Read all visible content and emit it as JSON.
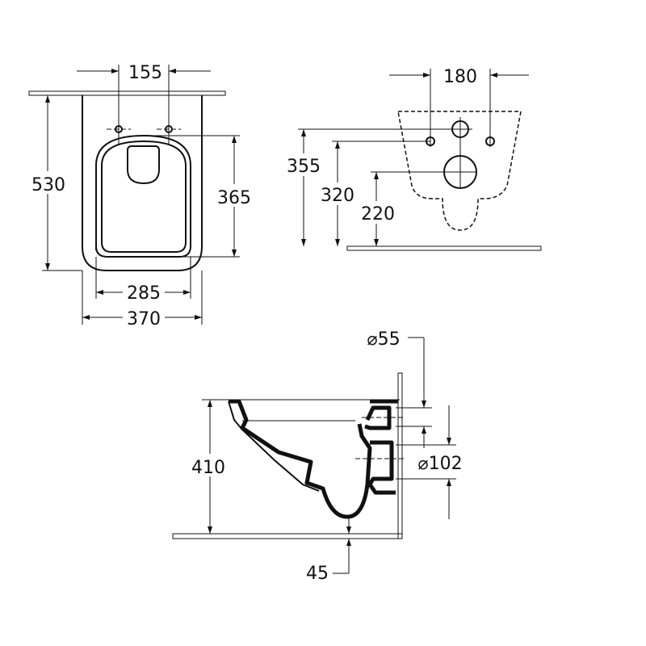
{
  "top_view": {
    "dim_hole_spacing": "155",
    "dim_depth": "530",
    "dim_seat_length": "365",
    "dim_seat_width": "285",
    "dim_width": "370"
  },
  "rear_view": {
    "dim_hole_spacing": "180",
    "dim_fixing_height": "355",
    "dim_inlet_height": "320",
    "dim_outlet_height": "220"
  },
  "side_view": {
    "dim_inlet_diameter": "⌀55",
    "dim_outlet_diameter": "⌀102",
    "dim_rim_height": "410",
    "dim_floor_clearance": "45"
  }
}
